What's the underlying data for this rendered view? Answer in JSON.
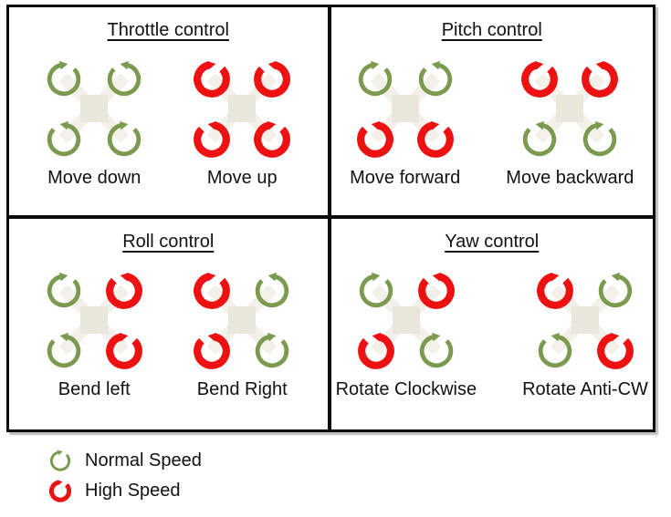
{
  "colors": {
    "green": "#7A9A4D",
    "red": "#EE1111",
    "body": "#E9E7DC",
    "arm": "#F2F0E8",
    "border": "#0B0B0B"
  },
  "panels": [
    {
      "title": "Throttle control",
      "figures": [
        {
          "label": "Move down",
          "rotors": [
            "green",
            "green",
            "green",
            "green"
          ]
        },
        {
          "label": "Move up",
          "rotors": [
            "red",
            "red",
            "red",
            "red"
          ]
        }
      ]
    },
    {
      "title": "Pitch control",
      "figures": [
        {
          "label": "Move forward",
          "rotors": [
            "green",
            "green",
            "red",
            "red"
          ]
        },
        {
          "label": "Move backward",
          "rotors": [
            "red",
            "red",
            "green",
            "green"
          ]
        }
      ]
    },
    {
      "title": "Roll control",
      "figures": [
        {
          "label": "Bend left",
          "rotors": [
            "green",
            "red",
            "green",
            "red"
          ]
        },
        {
          "label": "Bend Right",
          "rotors": [
            "red",
            "green",
            "red",
            "green"
          ]
        }
      ]
    },
    {
      "title": "Yaw control",
      "figures": [
        {
          "label": "Rotate Clockwise",
          "rotors": [
            "green",
            "red",
            "red",
            "green"
          ]
        },
        {
          "label": "Rotate Anti-CW",
          "rotors": [
            "red",
            "green",
            "green",
            "red"
          ]
        }
      ]
    }
  ],
  "legend": {
    "items": [
      {
        "color": "green",
        "label": "Normal Speed"
      },
      {
        "color": "red",
        "label": "High Speed"
      }
    ]
  }
}
